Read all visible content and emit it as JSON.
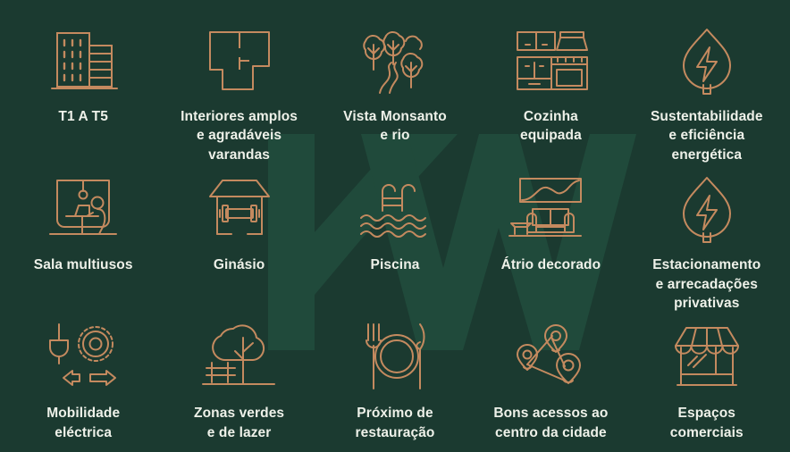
{
  "theme": {
    "background_color": "#1b3a30",
    "watermark_color": "#1f4437",
    "icon_color": "#c48a5f",
    "label_color": "#eef1e9"
  },
  "watermark": {
    "name": "KW",
    "letters": "KW"
  },
  "features": [
    {
      "icon": "building-icon",
      "label": "T1 A T5"
    },
    {
      "icon": "floorplan-icon",
      "label": "Interiores amplos\ne agradáveis\nvarandas"
    },
    {
      "icon": "trees-river-icon",
      "label": "Vista Monsanto\ne rio"
    },
    {
      "icon": "kitchen-icon",
      "label": "Cozinha\nequipada"
    },
    {
      "icon": "leaf-bolt-icon",
      "label": "Sustentabilidade\ne eficiência\nenergética"
    },
    {
      "icon": "coworking-room-icon",
      "label": "Sala multiusos"
    },
    {
      "icon": "gym-icon",
      "label": "Ginásio"
    },
    {
      "icon": "pool-icon",
      "label": "Piscina"
    },
    {
      "icon": "lobby-sofa-icon",
      "label": "Átrio decorado"
    },
    {
      "icon": "leaf-bolt-icon",
      "label": "Estacionamento\ne arrecadações\nprivativas"
    },
    {
      "icon": "ev-charging-icon",
      "label": "Mobilidade\neléctrica"
    },
    {
      "icon": "park-tree-icon",
      "label": "Zonas verdes\ne de lazer"
    },
    {
      "icon": "restaurant-icon",
      "label": "Próximo de\nrestauração"
    },
    {
      "icon": "map-pins-icon",
      "label": "Bons acessos ao\ncentro da cidade"
    },
    {
      "icon": "storefront-icon",
      "label": "Espaços\ncomerciais"
    }
  ]
}
